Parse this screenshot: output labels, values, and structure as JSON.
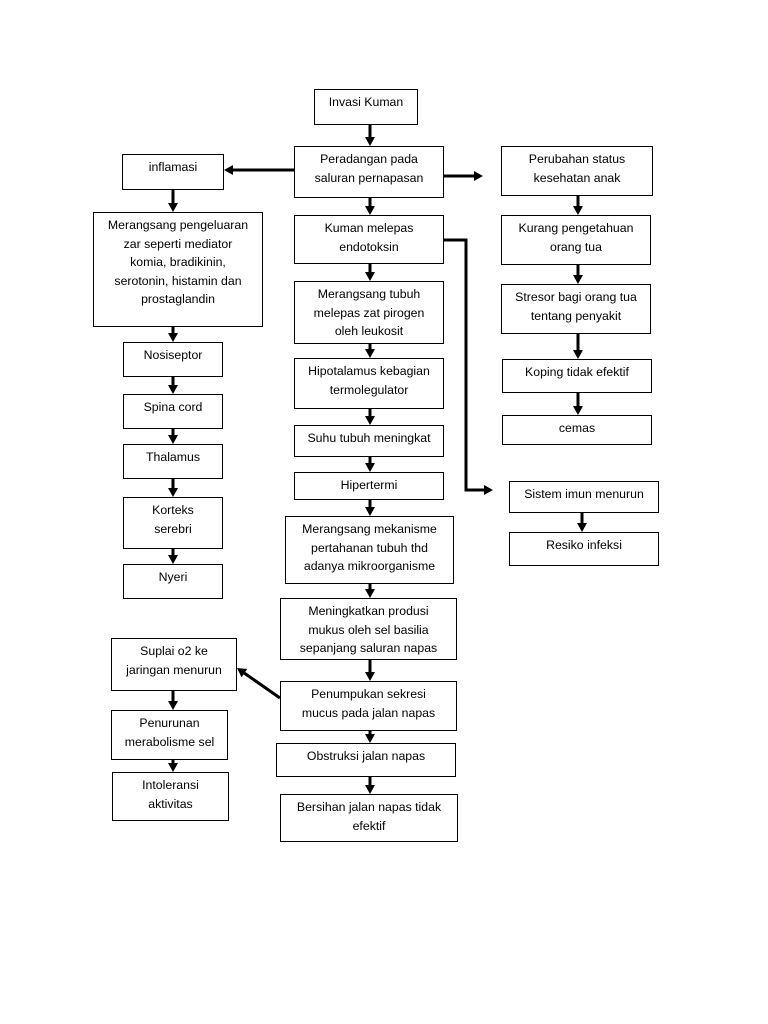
{
  "nodes": {
    "invasi": "Invasi Kuman",
    "peradangan": "Peradangan pada\nsaluran pernapasan",
    "inflamasi": "inflamasi",
    "perubahan": "Perubahan status\nkesehatan anak",
    "merangsang_pengeluaran": "Merangsang pengeluaran\nzar seperti mediator\nkomia, bradikinin,\nserotonin, histamin dan\nprostaglandin",
    "kuman_melepas": "Kuman melepas\nendotoksin",
    "kurang_pengetahuan": "Kurang pengetahuan\norang tua",
    "merangsang_tubuh": "Merangsang tubuh\nmelepas zat pirogen\noleh leukosit",
    "stresor": "Stresor bagi orang tua\ntentang penyakit",
    "nosiseptor": "Nosiseptor",
    "hipotalamus": "Hipotalamus kebagian\ntermolegulator",
    "koping": "Koping tidak efektif",
    "spina": "Spina cord",
    "cemas": "cemas",
    "suhu": "Suhu tubuh meningkat",
    "thalamus": "Thalamus",
    "hipertermi": "Hipertermi",
    "sistem_imun": "Sistem imun menurun",
    "korteks": "Korteks\nserebri",
    "mekanisme": "Merangsang mekanisme\npertahanan tubuh thd\nadanya mikroorganisme",
    "resiko": "Resiko infeksi",
    "nyeri": "Nyeri",
    "mukus": "Meningkatkan produsi\nmukus oleh sel basilia\nsepanjang saluran napas",
    "suplai": "Suplai o2 ke\njaringan menurun",
    "penumpukan": "Penumpukan sekresi\nmucus pada jalan napas",
    "penurunan": "Penurunan\nmerabolisme sel",
    "obstruksi": "Obstruksi jalan napas",
    "intoleransi": "Intoleransi\naktivitas",
    "bersihan": "Bersihan jalan napas tidak\nefektif"
  },
  "edges": [
    [
      "invasi",
      "peradangan"
    ],
    [
      "peradangan",
      "inflamasi"
    ],
    [
      "peradangan",
      "perubahan"
    ],
    [
      "peradangan",
      "kuman_melepas"
    ],
    [
      "inflamasi",
      "merangsang_pengeluaran"
    ],
    [
      "merangsang_pengeluaran",
      "nosiseptor"
    ],
    [
      "nosiseptor",
      "spina"
    ],
    [
      "spina",
      "thalamus"
    ],
    [
      "thalamus",
      "korteks"
    ],
    [
      "korteks",
      "nyeri"
    ],
    [
      "kuman_melepas",
      "merangsang_tubuh"
    ],
    [
      "kuman_melepas",
      "sistem_imun"
    ],
    [
      "merangsang_tubuh",
      "hipotalamus"
    ],
    [
      "hipotalamus",
      "suhu"
    ],
    [
      "suhu",
      "hipertermi"
    ],
    [
      "hipertermi",
      "mekanisme"
    ],
    [
      "mekanisme",
      "mukus"
    ],
    [
      "mukus",
      "penumpukan"
    ],
    [
      "penumpukan",
      "suplai"
    ],
    [
      "penumpukan",
      "obstruksi"
    ],
    [
      "obstruksi",
      "bersihan"
    ],
    [
      "suplai",
      "penurunan"
    ],
    [
      "penurunan",
      "intoleransi"
    ],
    [
      "perubahan",
      "kurang_pengetahuan"
    ],
    [
      "kurang_pengetahuan",
      "stresor"
    ],
    [
      "stresor",
      "koping"
    ],
    [
      "koping",
      "cemas"
    ],
    [
      "sistem_imun",
      "resiko"
    ]
  ]
}
